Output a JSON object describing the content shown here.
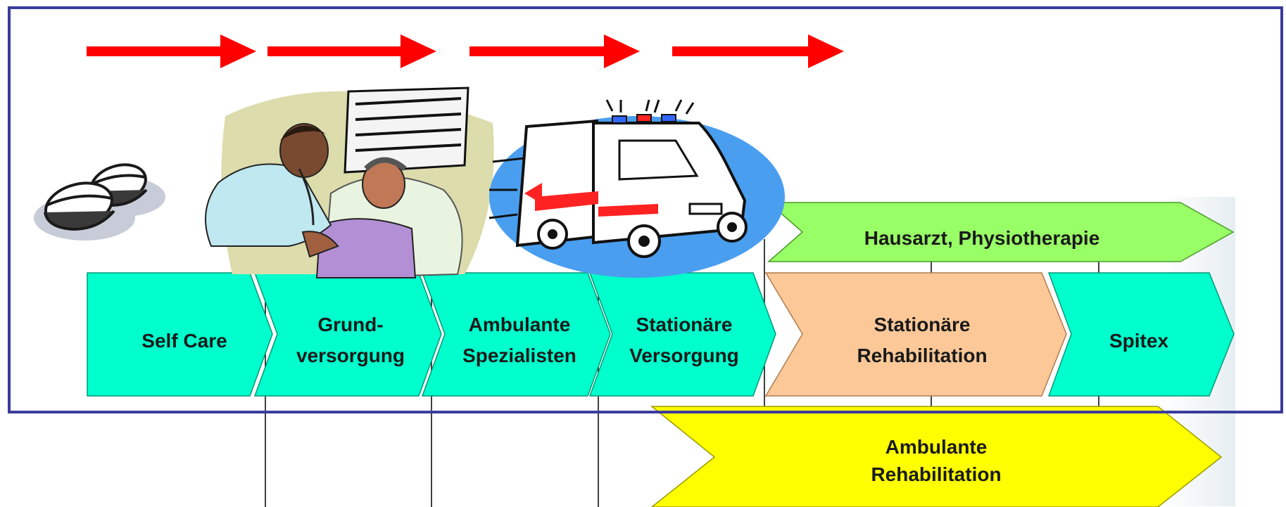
{
  "diagram": {
    "colors": {
      "frame": "#3a3c9c",
      "arrow": "#ff0000",
      "stage": "#00ffcc",
      "rehab_stationary": "#fcc898",
      "green_band": "#99ff66",
      "yellow_band": "#ffff00",
      "divider": "#000000"
    },
    "stages": [
      {
        "id": "self-care",
        "lines": [
          "Self Care"
        ],
        "color": "#00ffcc"
      },
      {
        "id": "grundversorgung",
        "lines": [
          "Grund-",
          "versorgung"
        ],
        "color": "#00ffcc"
      },
      {
        "id": "ambulante-spezialisten",
        "lines": [
          "Ambulante",
          "Spezialisten"
        ],
        "color": "#00ffcc"
      },
      {
        "id": "stationaere-versorgung",
        "lines": [
          "Stationäre",
          "Versorgung"
        ],
        "color": "#00ffcc"
      },
      {
        "id": "stationaere-rehabilitation",
        "lines": [
          "Stationäre",
          "Rehabilitation"
        ],
        "color": "#fcc898"
      },
      {
        "id": "spitex",
        "lines": [
          "Spitex"
        ],
        "color": "#00ffcc"
      }
    ],
    "green_band": {
      "lines": [
        "Hausarzt,   Physiotherapie"
      ],
      "color": "#99ff66"
    },
    "yellow_band": {
      "lines": [
        "Ambulante",
        "Rehabilitation"
      ],
      "color": "#ffff00"
    },
    "icons": [
      "pills-icon",
      "doctor-patient-icon",
      "ambulance-icon"
    ]
  }
}
